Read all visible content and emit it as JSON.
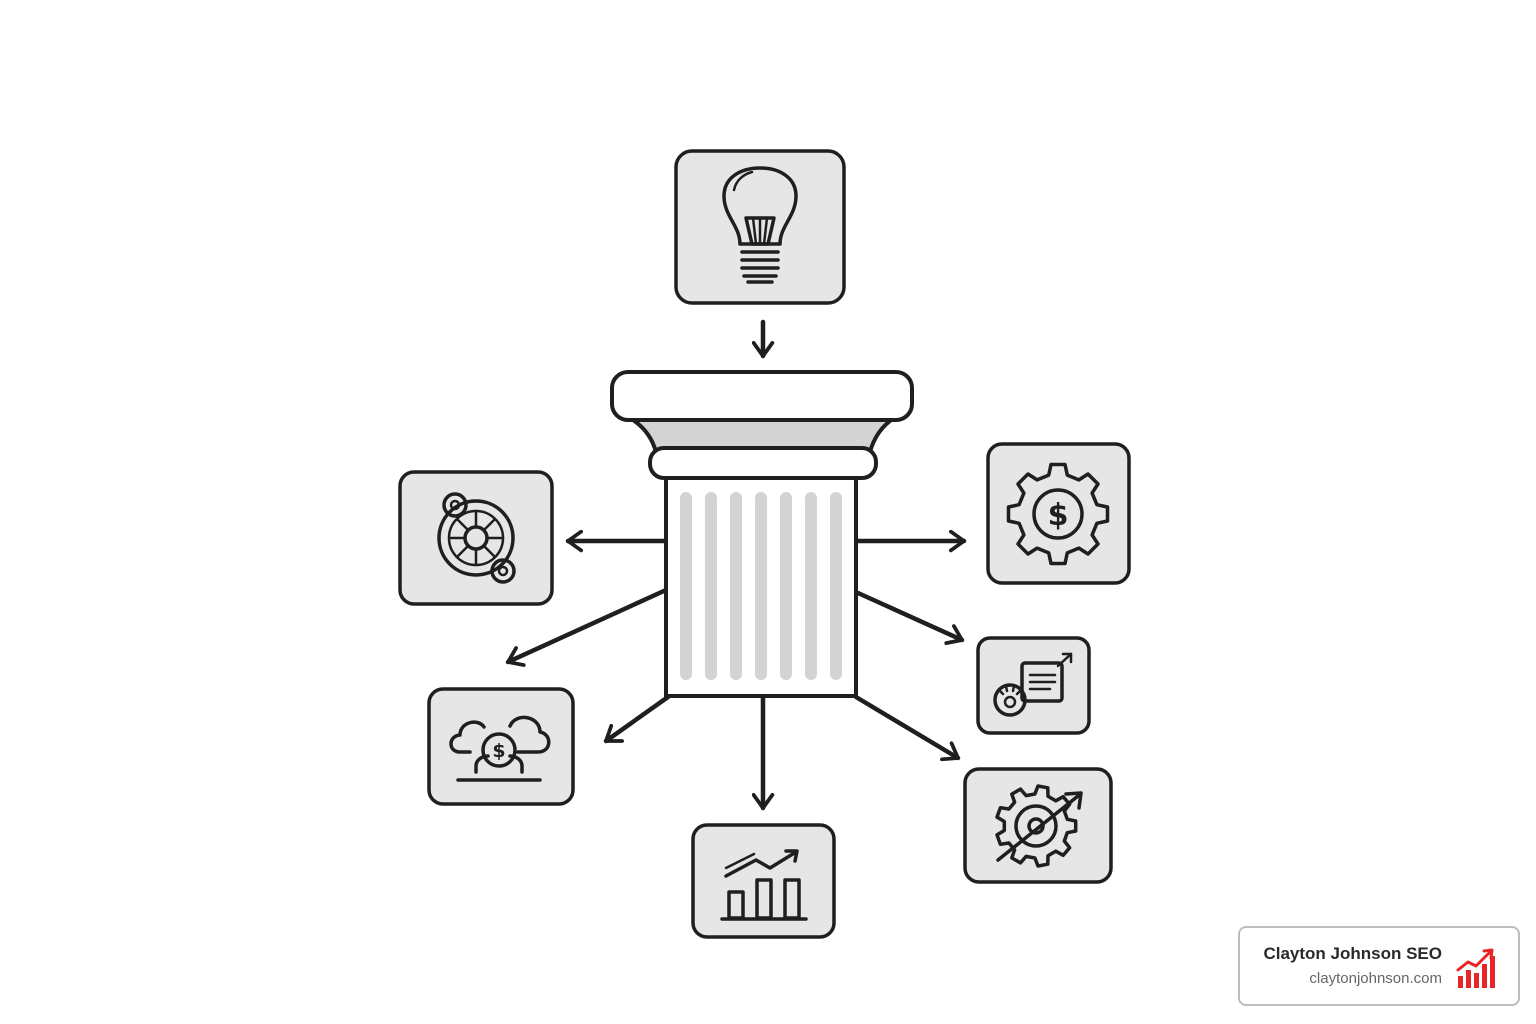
{
  "diagram": {
    "center": "pillar",
    "nodes": [
      {
        "id": "top",
        "icon": "lightbulb-icon"
      },
      {
        "id": "left-upper",
        "icon": "target-wheel-icon"
      },
      {
        "id": "left-lower",
        "icon": "cloud-dollar-icon"
      },
      {
        "id": "bottom",
        "icon": "growth-chart-icon"
      },
      {
        "id": "right-upper",
        "icon": "gear-dollar-icon"
      },
      {
        "id": "right-middle",
        "icon": "document-analytics-icon"
      },
      {
        "id": "right-lower",
        "icon": "gear-growth-icon"
      }
    ],
    "colors": {
      "ink": "#1f1f1f",
      "tile": "#e6e6e6",
      "pillar_shade": "#d3d3d3"
    }
  },
  "brand": {
    "name": "Clayton Johnson SEO",
    "url": "claytonjohnson.com",
    "logo_icon": "red-bar-chart-icon",
    "accent_color": "#e8262a"
  }
}
